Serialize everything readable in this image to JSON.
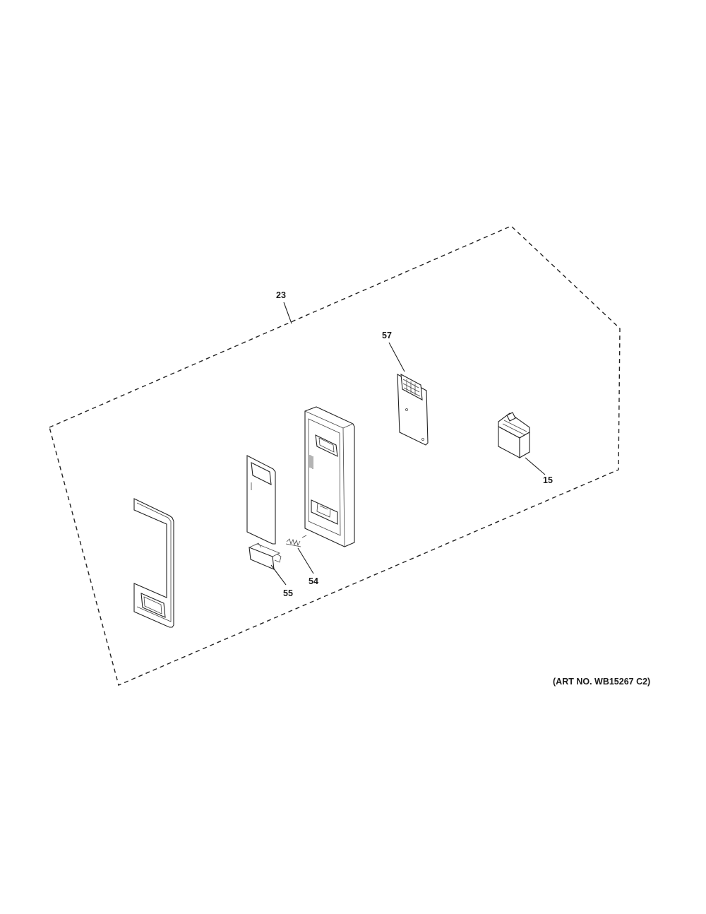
{
  "diagram": {
    "callouts": {
      "p23": "23",
      "p57": "57",
      "p15": "15",
      "p54": "54",
      "p55": "55"
    },
    "art_number": "(ART NO. WB15267 C2)"
  }
}
